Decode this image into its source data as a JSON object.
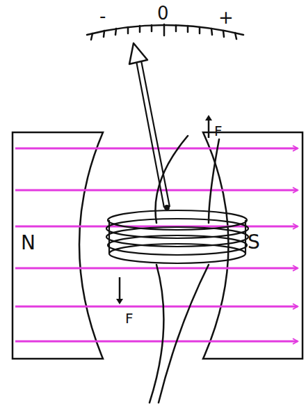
{
  "diagram": {
    "labels": [
      "-",
      "0",
      "+",
      "F",
      "N",
      "S",
      "F"
    ]
  }
}
